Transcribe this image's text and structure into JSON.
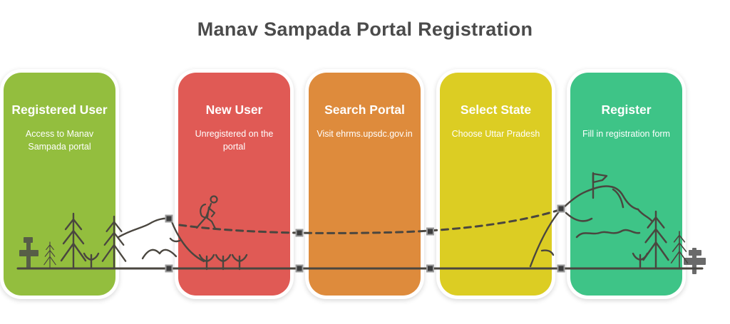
{
  "title": "Manav Sampada Portal Registration",
  "cards": [
    {
      "heading": "New User",
      "subtitle": "Unregistered on the portal",
      "color": "#e05a55"
    },
    {
      "heading": "Search Portal",
      "subtitle": "Visit ehrms.upsdc.gov.in",
      "color": "#de8b3c"
    },
    {
      "heading": "Select State",
      "subtitle": "Choose Uttar Pradesh",
      "color": "#dccd23"
    },
    {
      "heading": "Register",
      "subtitle": "Fill in registration form",
      "color": "#3ec487"
    },
    {
      "heading": "Registered User",
      "subtitle": "Access to Manav Sampada portal",
      "color": "#93be3e"
    }
  ],
  "colors": {
    "background": "#ffffff",
    "title_text": "#4b4b4b",
    "card_text": "#ffffff",
    "line_art_stroke": "#4a463f",
    "trail_marker": "#3d3d3d",
    "trail_marker_halo": "#9a9a9a",
    "signpost": "#4a4a4a"
  },
  "illustration": {
    "elements": [
      "pine-tree-icon",
      "shrub-icon",
      "hiker-icon",
      "trail-dashed-path",
      "trail-solid-path",
      "ground-line",
      "mountain-ridge-icon",
      "summit-flag-icon",
      "trail-marker",
      "start-signpost-icon",
      "end-signpost-icon"
    ]
  }
}
